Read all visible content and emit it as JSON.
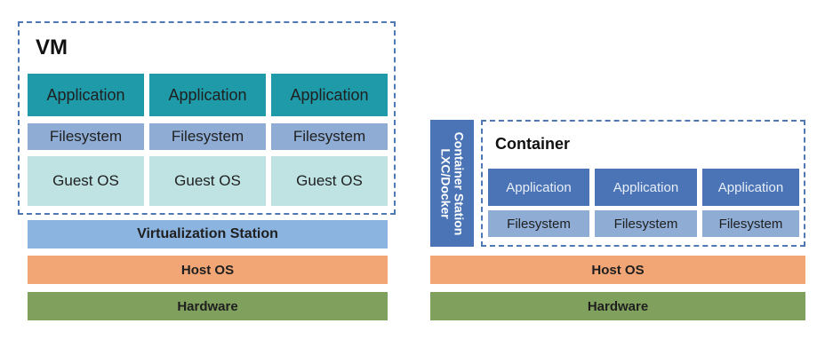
{
  "vm": {
    "title": "VM",
    "apps": [
      "Application",
      "Application",
      "Application"
    ],
    "filesystems": [
      "Filesystem",
      "Filesystem",
      "Filesystem"
    ],
    "guest_os": [
      "Guest OS",
      "Guest OS",
      "Guest OS"
    ],
    "virtualization": "Virtualization Station",
    "host_os": "Host OS",
    "hardware": "Hardware"
  },
  "container": {
    "title": "Container",
    "station_line1": "Container Station",
    "station_line2": "LXC/Docker",
    "apps": [
      "Application",
      "Application",
      "Application"
    ],
    "filesystems": [
      "Filesystem",
      "Filesystem",
      "Filesystem"
    ],
    "host_os": "Host OS",
    "hardware": "Hardware"
  },
  "colors": {
    "teal_app": "#1e9aa8",
    "filesystem": "#8eacd4",
    "guest_os": "#bfe3e3",
    "virtualization": "#8cb4e0",
    "host_os": "#f2a676",
    "hardware": "#80a15d",
    "container_app": "#4a74b6",
    "dashed_border": "#4f79b4"
  }
}
